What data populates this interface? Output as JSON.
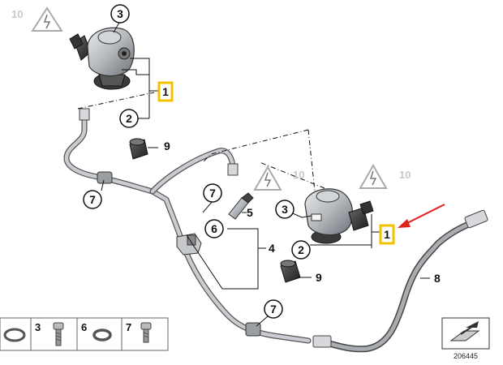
{
  "callouts": {
    "c3_top": "3",
    "c1_top": "1",
    "c2_top": "2",
    "c9_top": "9",
    "c7_left": "7",
    "c7_mid": "7",
    "c6": "6",
    "c5": "5",
    "c4": "4",
    "c3_right": "3",
    "c1_right": "1",
    "c2_right": "2",
    "c9_right": "9",
    "c8": "8",
    "c7_bottom": "7"
  },
  "warning_refs": {
    "w10_top": "10",
    "w10_mid": "10",
    "w10_right": "10"
  },
  "legend": {
    "n3": "3",
    "n6": "6",
    "n7": "7"
  },
  "part_id": "206445",
  "colors": {
    "highlight": "#f2c200",
    "arrow": "#e0201a",
    "line": "#111111",
    "metal": "#b9bcc1",
    "warning_gray": "#c8c8c8"
  }
}
